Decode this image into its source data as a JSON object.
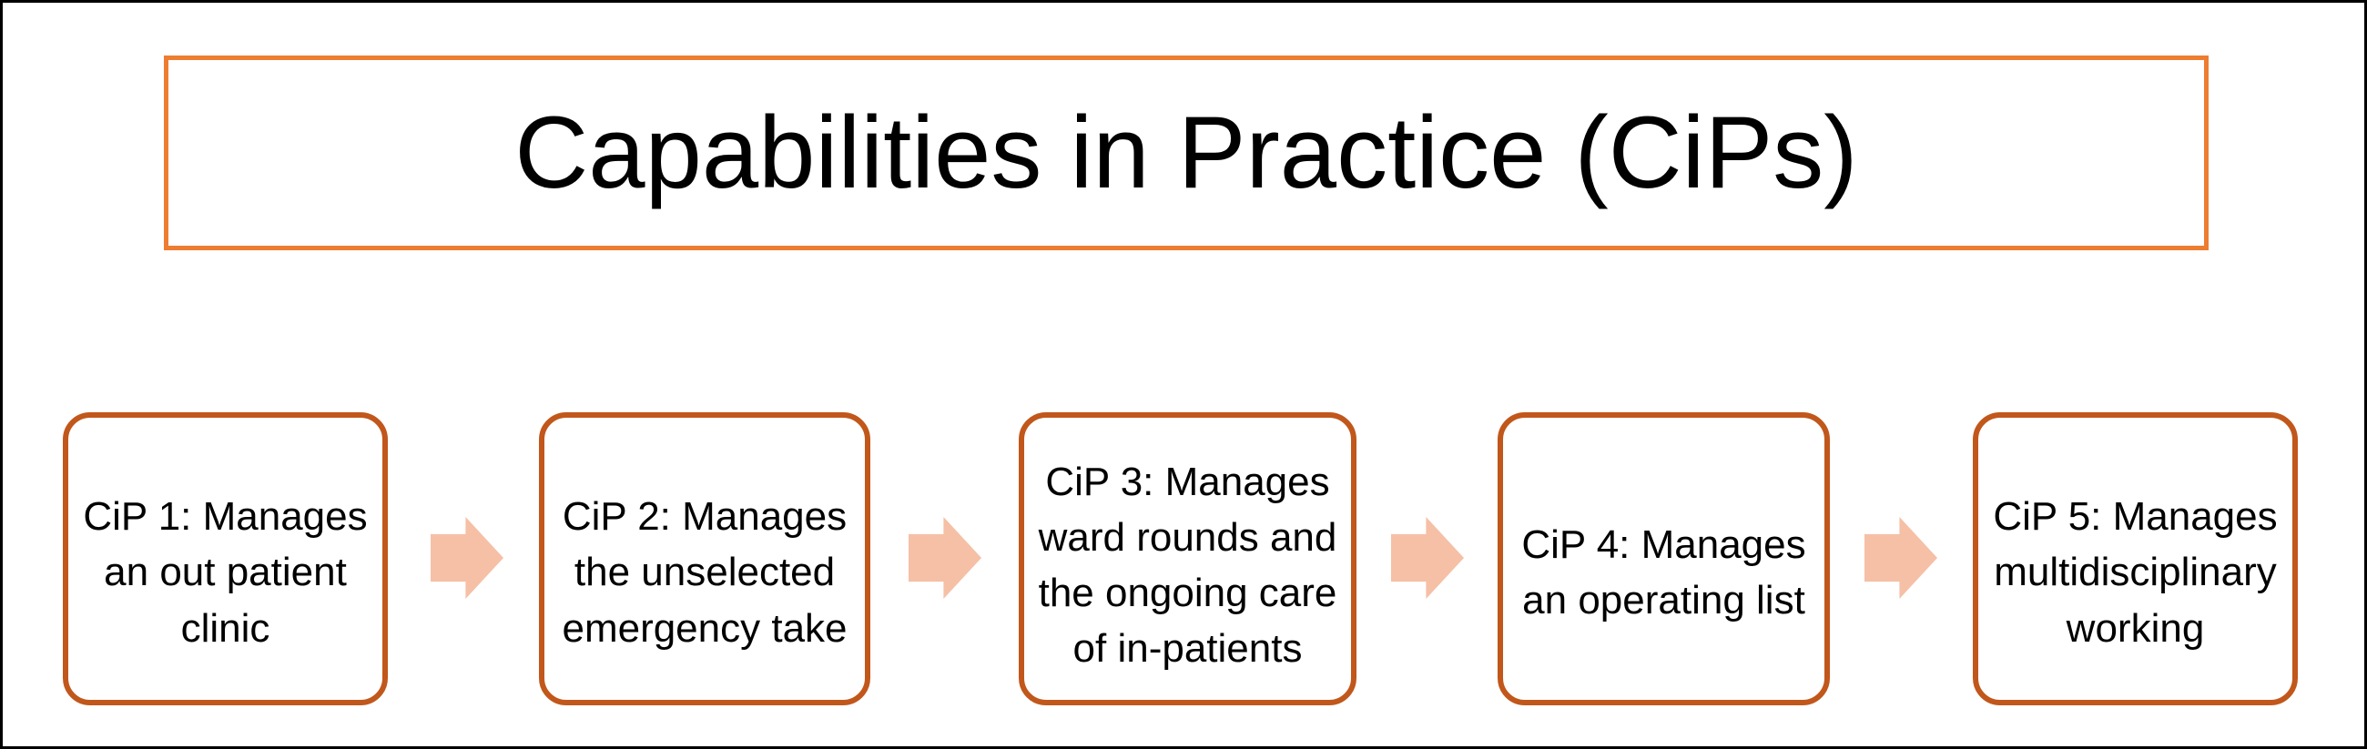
{
  "colors": {
    "background": "#ffffff",
    "outline": "#000000",
    "text": "#000000",
    "title_border": "#ED7D31",
    "box_border": "#C1571B",
    "arrow": "#F5C0A6"
  },
  "title": {
    "text": "Capabilities in Practice (CiPs)"
  },
  "flow": {
    "boxes": [
      {
        "label": "CiP 1: Manages\nan out patient\nclinic"
      },
      {
        "label": "CiP 2: Manages\nthe unselected\nemergency take"
      },
      {
        "label": "CiP 3: Manages\nward rounds and\nthe ongoing care\nof in-patients"
      },
      {
        "label": "CiP 4: Manages\nan operating list"
      },
      {
        "label": "CiP 5: Manages\nmultidisciplinary\nworking"
      }
    ],
    "arrow_icon": "right-block-arrow"
  }
}
